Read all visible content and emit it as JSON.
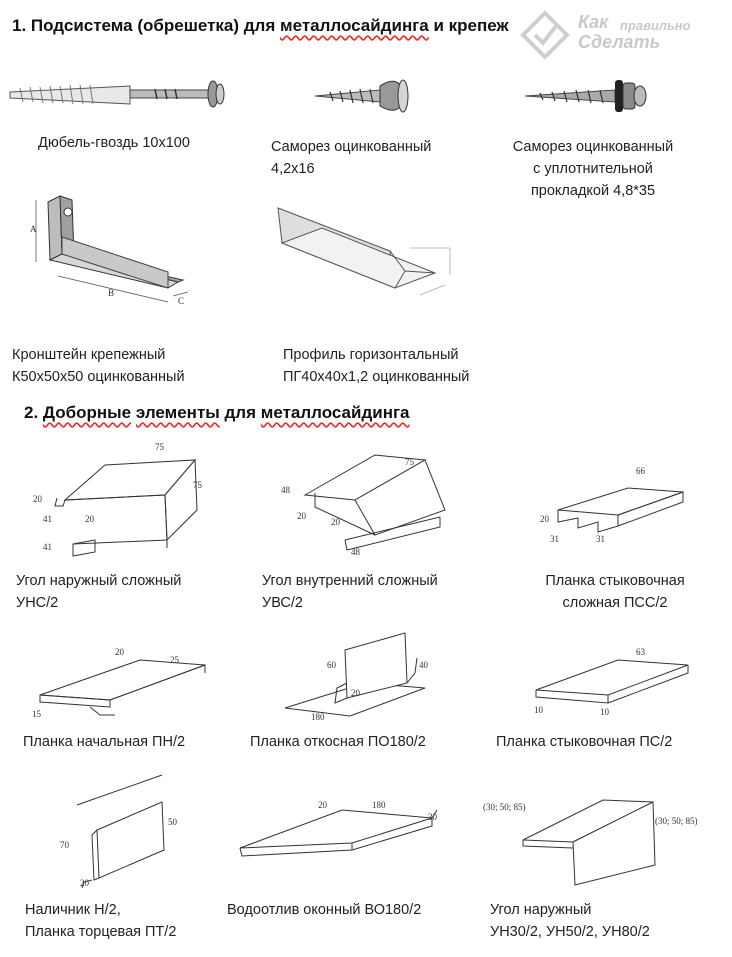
{
  "section1": {
    "number": "1.",
    "title_plain": "Подсистема (обрешетка) для ",
    "title_ul": "металлосайдинга",
    "title_tail": " и крепеж",
    "items": [
      {
        "line1": "Дюбель-гвоздь 10х100"
      },
      {
        "line1": "Саморез оцинкованный",
        "line2": "4,2х16"
      },
      {
        "line1": "Саморез оцинкованный",
        "line2": "с уплотнительной",
        "line3": "прокладкой 4,8*35"
      },
      {
        "line1": "Кронштейн крепежный",
        "line2": "К50х50х50 оцинкованный"
      },
      {
        "line1": "Профиль горизонтальный",
        "line2": "ПГ40х40х1,2 оцинкованный"
      }
    ]
  },
  "section2": {
    "number": "2.",
    "title_ul1": "Доборные",
    "title_mid": " ",
    "title_ul2": "элементы",
    "title_plain": " для ",
    "title_ul3": "металлосайдинга",
    "items": [
      {
        "line1": "Угол наружный сложный",
        "line2": "УНС/2",
        "dims": [
          "75",
          "75",
          "20",
          "41",
          "20",
          "41"
        ]
      },
      {
        "line1": "Угол внутренний сложный",
        "line2": "УВС/2",
        "dims": [
          "75",
          "48",
          "20",
          "20",
          "48"
        ]
      },
      {
        "line1": "Планка стыковочная",
        "line2": "сложная ПСС/2",
        "dims": [
          "66",
          "20",
          "31",
          "31"
        ]
      },
      {
        "line1": "Планка начальная ПН/2",
        "dims": [
          "20",
          "25",
          "15"
        ]
      },
      {
        "line1": "Планка откосная  ПО180/2",
        "dims": [
          "60",
          "40",
          "20",
          "180"
        ]
      },
      {
        "line1": "Планка стыковочная ПС/2",
        "dims": [
          "63",
          "10",
          "10"
        ]
      },
      {
        "line1": "Наличник Н/2,",
        "line2": "Планка торцевая ПТ/2",
        "dims": [
          "50",
          "70",
          "20"
        ]
      },
      {
        "line1": "Водоотлив оконный ВО180/2",
        "dims": [
          "20",
          "180",
          "30"
        ]
      },
      {
        "line1": "Угол наружный",
        "line2": "УН30/2, УН50/2, УН80/2",
        "dims": [
          "(30; 50; 85)",
          "(30; 50; 85)"
        ]
      }
    ]
  },
  "watermark": {
    "line1": "Как",
    "line2": "правильно",
    "line3": "Сделать"
  }
}
